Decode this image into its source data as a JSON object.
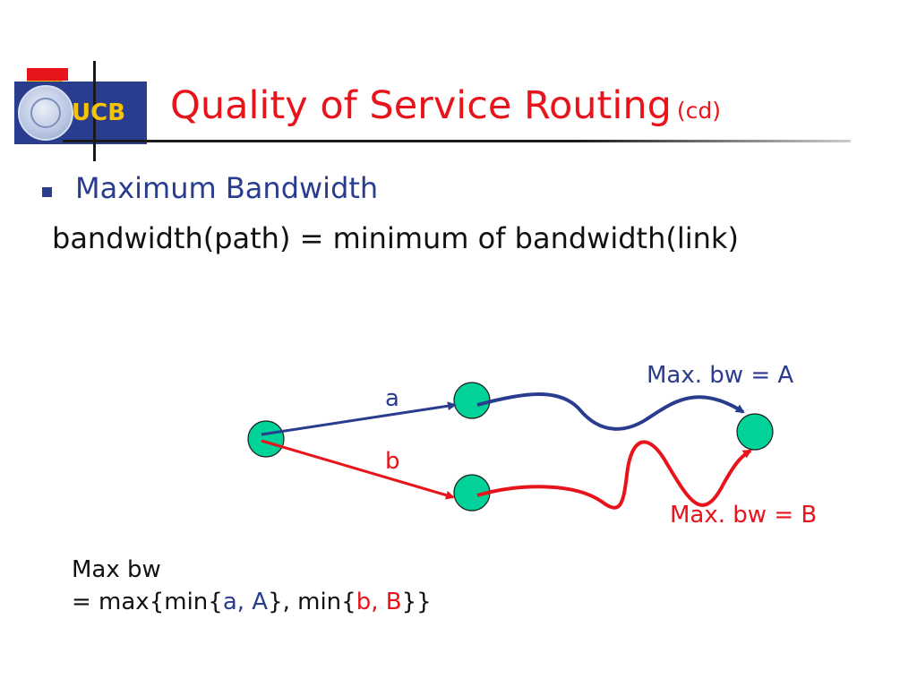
{
  "logo": {
    "text": "UCB"
  },
  "title": {
    "main": "Quality of Service Routing",
    "sub": "(cd)"
  },
  "bullet": {
    "text": "Maximum Bandwidth"
  },
  "definition": "bandwidth(path) = minimum of bandwidth(link)",
  "diagram": {
    "link_a_label": "a",
    "link_b_label": "b",
    "path_a_label": "Max. bw = A",
    "path_b_label": "Max. bw = B",
    "colors": {
      "node": "#00d29a",
      "path_a": "#2a3c8e",
      "path_b": "#e8141c"
    }
  },
  "formula": {
    "line1": "Max bw",
    "line2_prefix": "= max{min{",
    "a_part": "a, A",
    "middle": "}, min{",
    "b_part": "b, B",
    "suffix": "}}"
  }
}
